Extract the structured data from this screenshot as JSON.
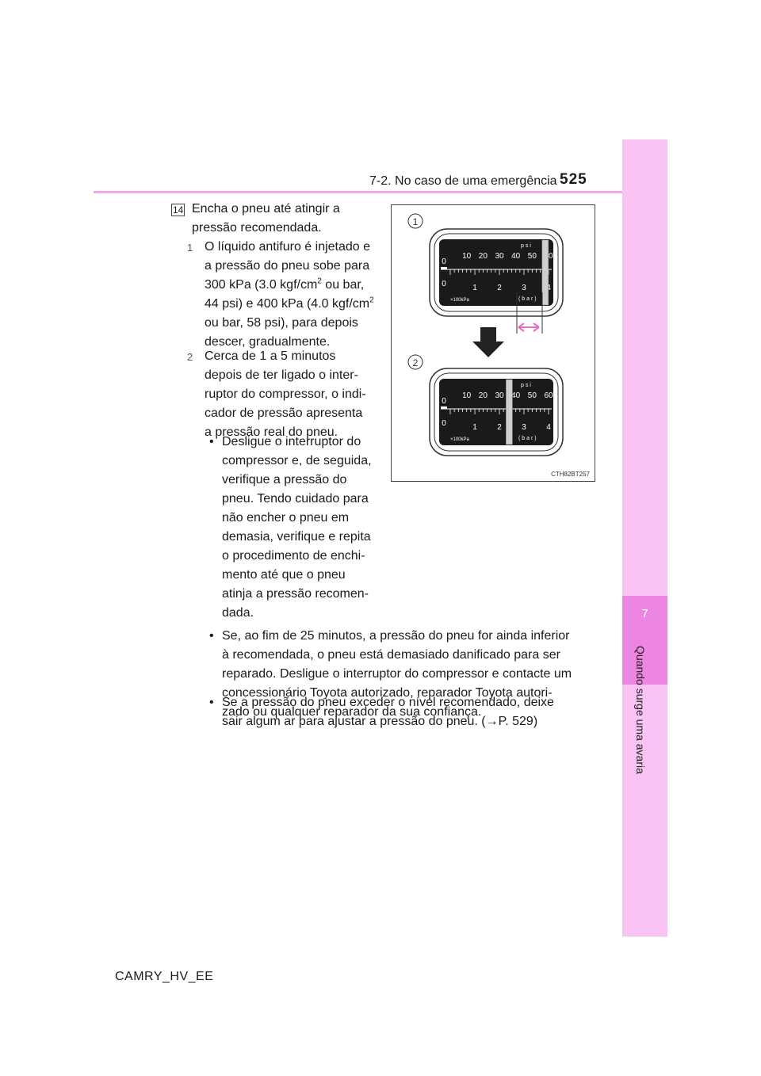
{
  "header": {
    "section": "7-2. No caso de uma emergência",
    "page_number": "525"
  },
  "side_tab": {
    "chapter_number": "7",
    "chapter_title": "Quando surge uma avaria"
  },
  "step": {
    "badge": "14",
    "intro_line1": "Encha o pneu até atingir a",
    "intro_line2": "pressão recomendada.",
    "item1": {
      "num": "1",
      "line1": "O líquido antifuro é injetado e",
      "line2": "a pressão do pneu sobe para",
      "line3_a": "300 kPa (3.0 kgf/cm",
      "line3_sup": "2",
      "line3_b": " ou bar,",
      "line4_a": "44 psi) e 400 kPa (4.0 kgf/cm",
      "line4_sup": "2",
      "line5": "ou bar, 58 psi), para depois",
      "line6": "descer, gradualmente."
    },
    "item2": {
      "num": "2",
      "lines": [
        "Cerca de 1 a 5 minutos",
        "depois de ter ligado o inter-",
        "ruptor do compressor, o indi-",
        "cador de pressão apresenta",
        "a pressão real do pneu."
      ]
    },
    "bullet1": {
      "lines": [
        "Desligue o interruptor do",
        "compressor e, de seguida,",
        "verifique a pressão do",
        "pneu. Tendo cuidado para",
        "não encher o pneu em",
        "demasia, verifique e repita",
        "o procedimento de enchi-",
        "mento até que o pneu",
        "atinja a pressão recomen-",
        "dada."
      ]
    },
    "bullet2": {
      "lines": [
        "Se, ao fim de 25 minutos, a pressão do pneu for ainda inferior",
        "à recomendada, o pneu está demasiado danificado para ser",
        "reparado. Desligue o interruptor do compressor e contacte um",
        "concessionário Toyota autorizado, reparador Toyota autori-",
        "zado ou qualquer reparador da sua confiança."
      ]
    },
    "bullet3": {
      "line1": "Se a pressão do pneu exceder o nível recomendado, deixe",
      "line2_a": "sair algum ar para ajustar a pressão do pneu. (",
      "arrow": "→",
      "line2_b": "P. 529)"
    },
    "bullet_char": "•"
  },
  "figure": {
    "label1": "1",
    "label2": "2",
    "code": "CTH82BT257",
    "psi_label": "p s i",
    "bar_label": "( b a r )",
    "kpa_label": "×100kPa",
    "psi_ticks": [
      "0",
      "10",
      "20",
      "30",
      "40",
      "50",
      "60"
    ],
    "bar_ticks": [
      "0",
      "1",
      "2",
      "3",
      "4"
    ],
    "gauge1_needle_psi": 58,
    "gauge2_needle_psi": 36
  },
  "footer": {
    "model": "CAMRY_HV_EE"
  }
}
